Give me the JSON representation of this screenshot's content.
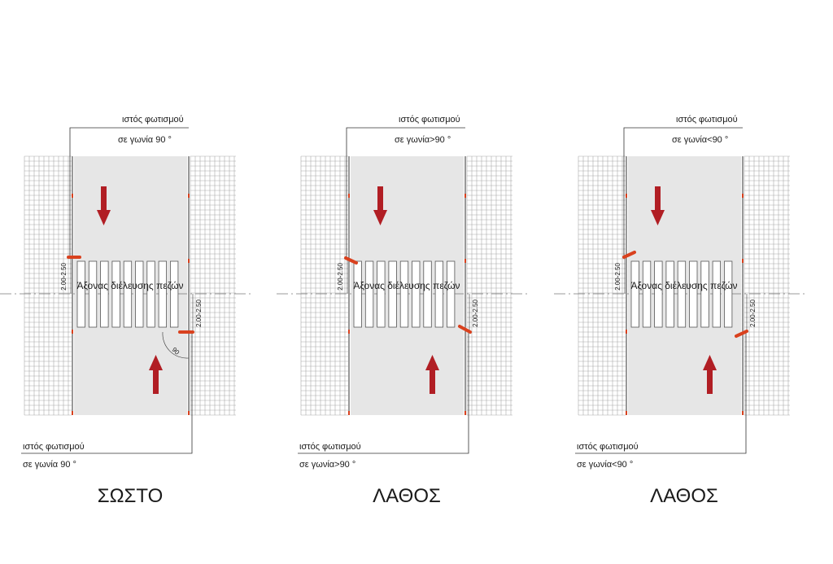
{
  "panels": [
    {
      "top_label_line1": "ιστός φωτισμού",
      "top_label_line2": "σε γωνία  90  °",
      "bottom_label_line1": "ιστός φωτισμού",
      "bottom_label_line2": "σε γωνία  90  °",
      "axis_label": "Άξονας διέλευσης πεζών",
      "dim_left": "2.00-2.50",
      "dim_right": "2.00-2.50",
      "angle_label": "90",
      "verdict": "ΣΩΣΤΟ",
      "pole_angle": "90"
    },
    {
      "top_label_line1": "ιστός φωτισμού",
      "top_label_line2": "σε γωνία>90  °",
      "bottom_label_line1": "ιστός φωτισμού",
      "bottom_label_line2": "σε γωνία>90  °",
      "axis_label": "Άξονας διέλευσης πεζών",
      "dim_left": "2.00-2.50",
      "dim_right": "2.00-2.50",
      "verdict": "ΛΑΘΟΣ",
      "pole_angle": ">90"
    },
    {
      "top_label_line1": "ιστός φωτισμού",
      "top_label_line2": "σε γωνία<90  °",
      "bottom_label_line1": "ιστός φωτισμού",
      "bottom_label_line2": "σε γωνία<90  °",
      "axis_label": "Άξονας διέλευσης πεζών",
      "dim_left": "2.00-2.50",
      "dim_right": "2.00-2.50",
      "verdict": "ΛΑΘΟΣ",
      "pole_angle": "<90"
    }
  ],
  "colors": {
    "road": "#e6e6e6",
    "arrow": "#b11e24",
    "pole": "#d9411e",
    "grid": "#a9a9a9",
    "line": "#333333"
  }
}
